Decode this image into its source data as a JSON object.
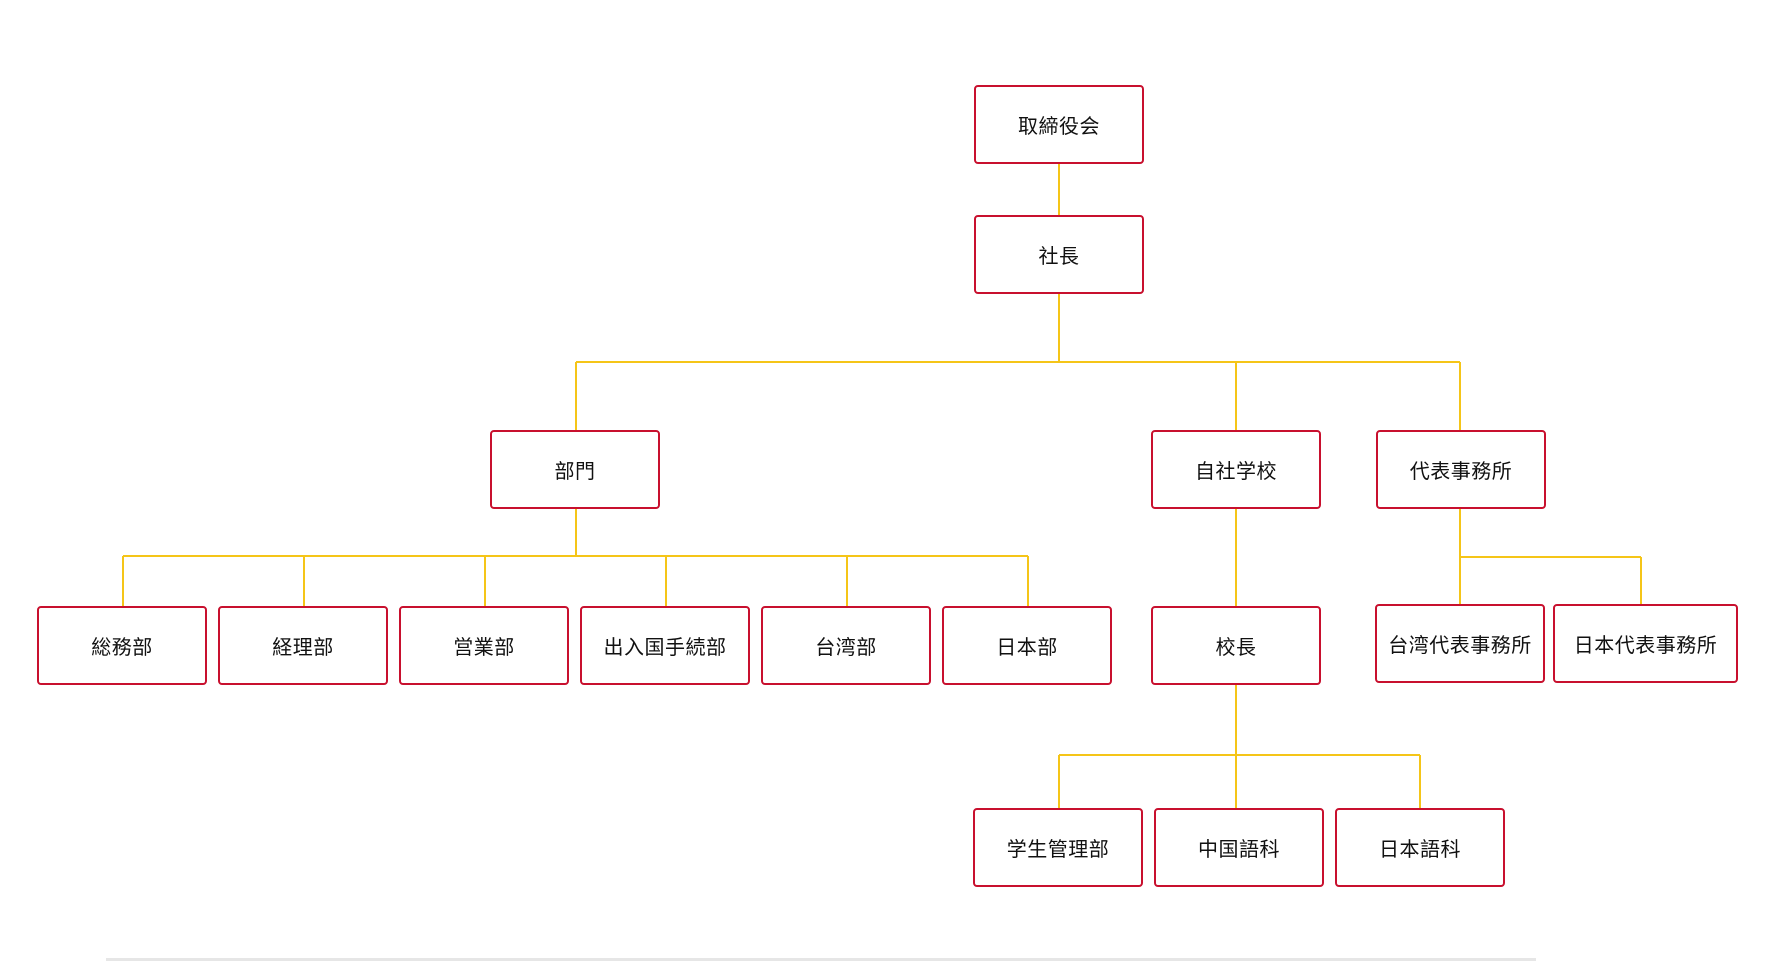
{
  "org_chart": {
    "colors": {
      "box_border": "#c8102e",
      "connector": "#f5c518",
      "text": "#111111"
    },
    "nodes": {
      "board": "取締役会",
      "president": "社長",
      "departments": "部門",
      "own_school": "自社学校",
      "rep_offices": "代表事務所",
      "general_affairs": "総務部",
      "accounting": "経理部",
      "sales": "営業部",
      "immigration": "出入国手続部",
      "taiwan": "台湾部",
      "japan": "日本部",
      "principal": "校長",
      "taiwan_rep_office": "台湾代表事務所",
      "japan_rep_office": "日本代表事務所",
      "student_management": "学生管理部",
      "chinese_course": "中国語科",
      "japanese_course": "日本語科"
    }
  }
}
